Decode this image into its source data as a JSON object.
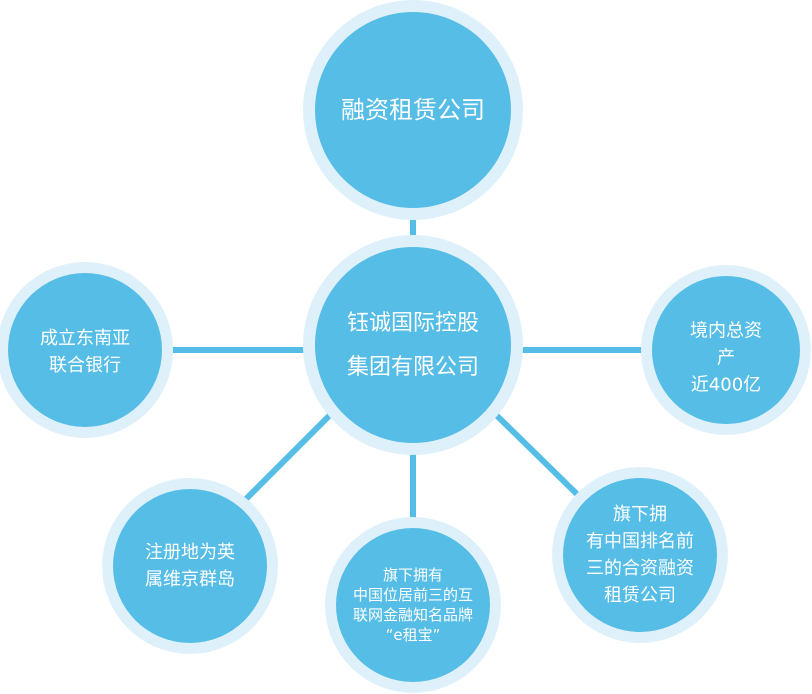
{
  "diagram": {
    "center": {
      "label": "钰诚国际控股\n集团有限公司"
    },
    "top": {
      "label": "融资租赁公司"
    },
    "left": {
      "label": "成立东南亚\n联合银行"
    },
    "right": {
      "label": "境内总资产\n近400亿"
    },
    "bottom_left": {
      "label": "注册地为英\n属维京群岛"
    },
    "bottom": {
      "label": "旗下拥有\n中国位居前三的互\n联网金融知名品牌\n“e租宝”"
    },
    "bottom_right": {
      "label": "旗下拥\n有中国排名前\n三的合资融资\n租赁公司"
    },
    "colors": {
      "node": "#55bde6",
      "halo": "#def1fa",
      "connector": "#55bde6",
      "text": "#ffffff"
    }
  }
}
